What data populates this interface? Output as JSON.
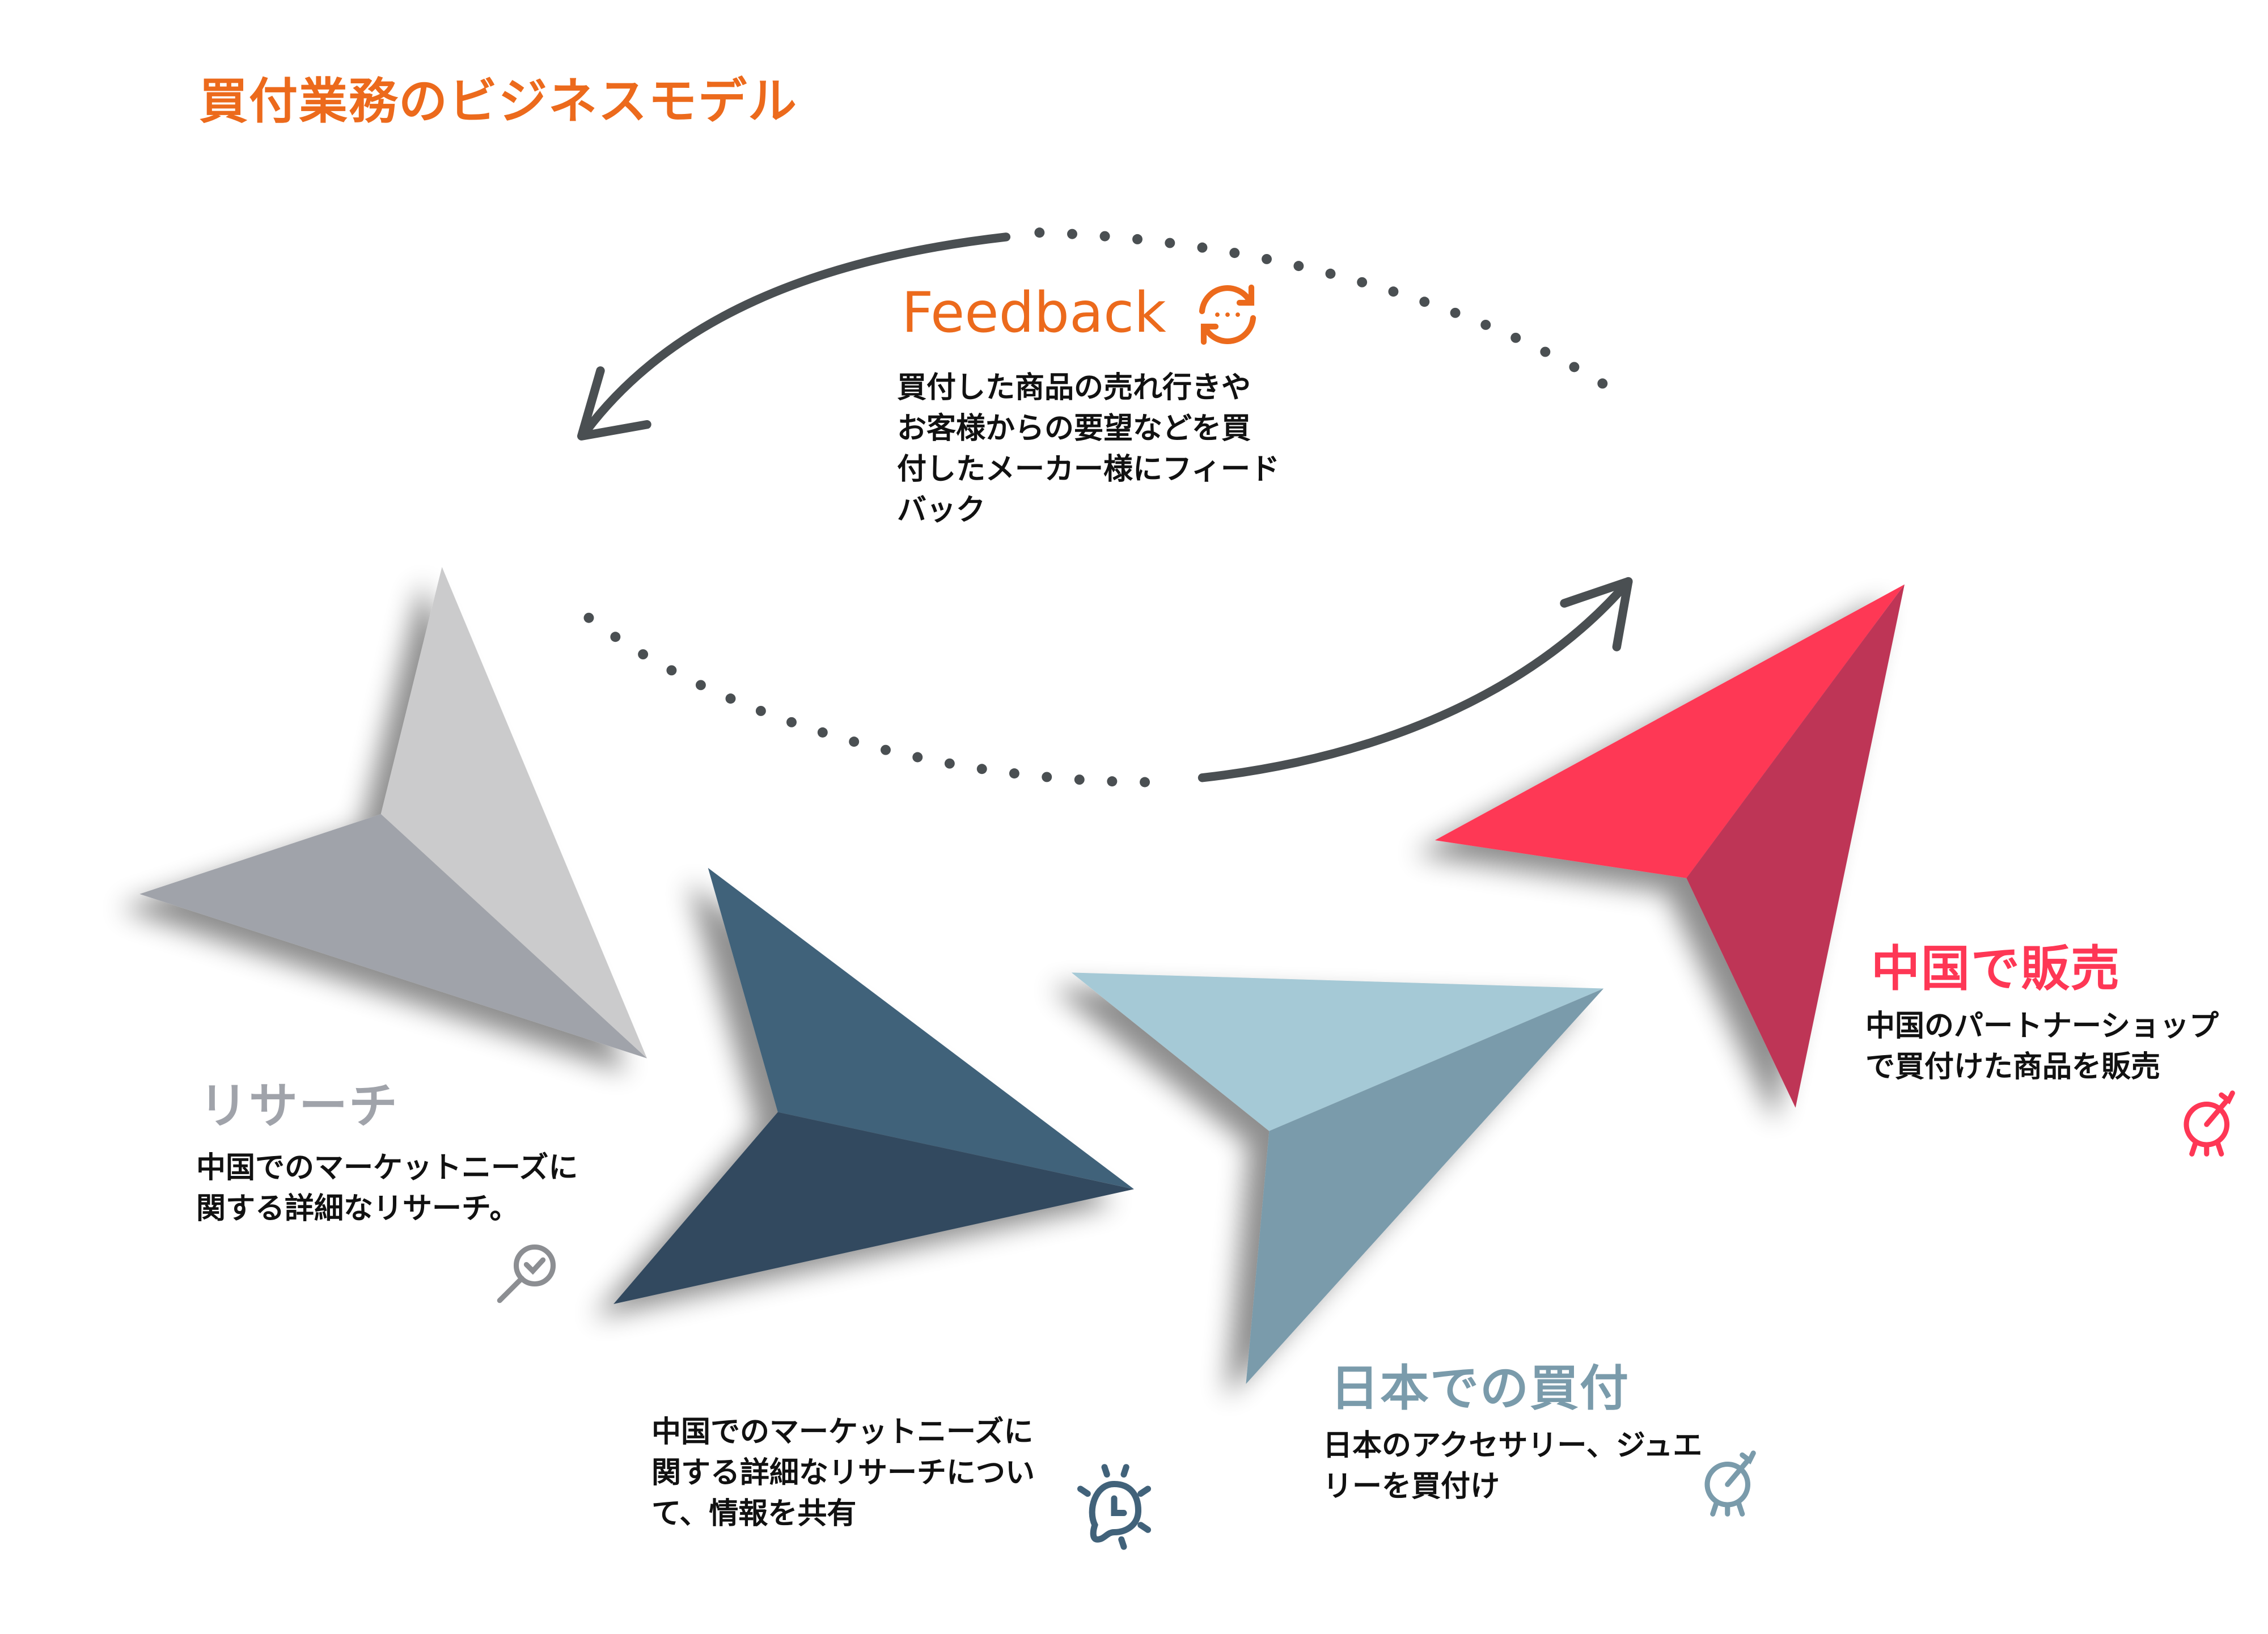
{
  "title": "買付業務のビジネスモデル",
  "feedback": {
    "title": "Feedback",
    "icon": "refresh-chat-icon",
    "lines": [
      "買付した商品の売れ行きや",
      "お客様からの要望などを買",
      "付したメーカー様にフィード",
      "バック"
    ]
  },
  "steps": [
    {
      "title": "リサーチ",
      "color": "#a0a3aa",
      "icon": "search-check-icon",
      "lines": [
        "中国でのマーケットニーズに",
        "関する詳細なリサーチ。"
      ]
    },
    {
      "title": "",
      "color": "#41627a",
      "icon": "lightbulb-clock-icon",
      "lines": [
        "中国でのマーケットニーズに",
        "関する詳細なリサーチについ",
        "て、情報を共有"
      ]
    },
    {
      "title": "日本での買付",
      "color": "#7a9bab",
      "icon": "target-icon",
      "lines": [
        "日本のアクセサリー、ジュエ",
        "リーを買付け"
      ]
    },
    {
      "title": "中国で販売",
      "color": "#fe3755",
      "icon": "target-icon",
      "lines": [
        "中国のパートナーショップ",
        "で買付けた商品を販売"
      ]
    }
  ],
  "colors": {
    "accent": "#ec6a1c",
    "arrow": "#4a4f52"
  }
}
